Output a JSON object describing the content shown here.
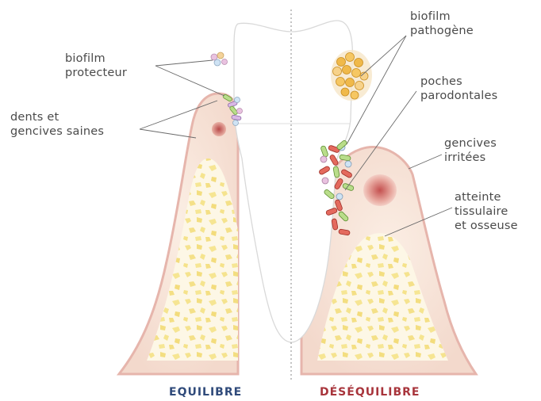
{
  "labels": {
    "biofilm_protecteur": "biofilm\nprotecteur",
    "dents_saines": "dents et\ngencives saines",
    "biofilm_pathogene": "biofilm\npathogène",
    "poches": "poches\nparodontales",
    "gencives_irritees": "gencives\nirritées",
    "atteinte": "atteinte\ntissulaire\net osseuse"
  },
  "captions": {
    "left": "EQUILIBRE",
    "right": "DÉSÉQUILIBRE"
  },
  "colors": {
    "equilibre": "#2f4a7a",
    "desequilibre": "#a8353c",
    "gum_outline": "#e8b4b4",
    "bone": "#f6e9a8",
    "leader_line": "#6a6a6a"
  }
}
